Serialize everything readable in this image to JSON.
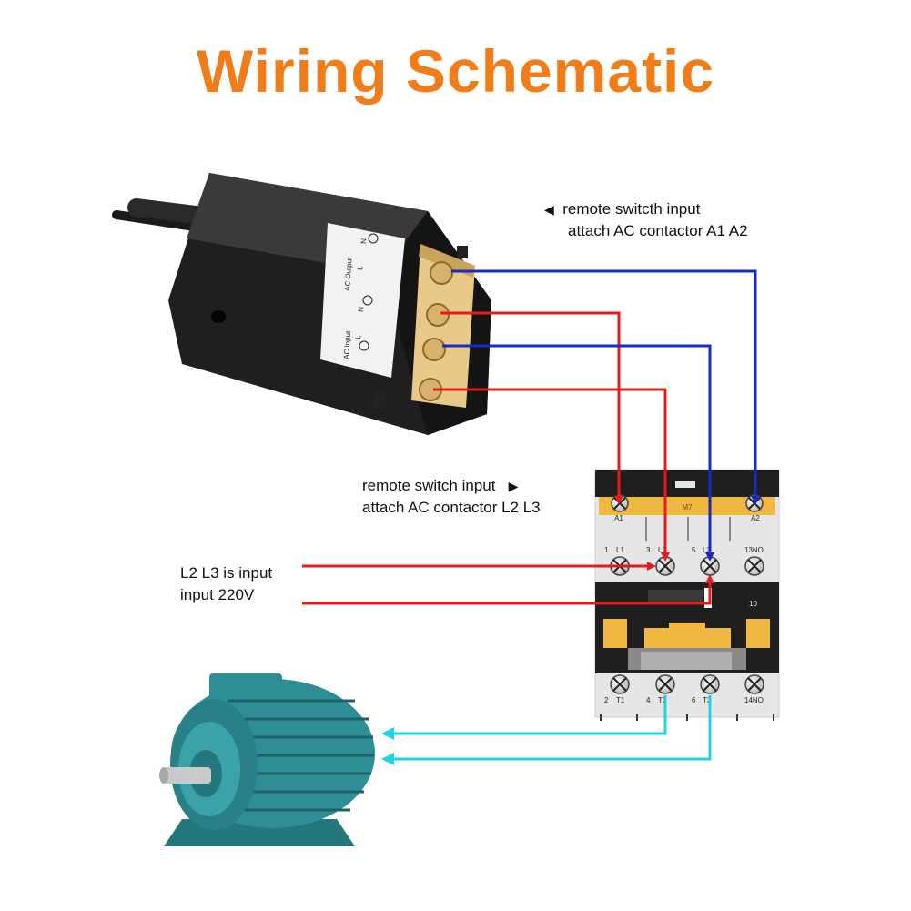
{
  "title": "Wiring Schematic",
  "colors": {
    "title": "#f07d1a",
    "live_wire": "#e41b1b",
    "neutral_wire": "#1a2cc0",
    "motor_wire": "#1fd2e6",
    "contactor_accent": "#f0b840",
    "motor_body": "#2e8e95"
  },
  "annotations": {
    "a1a2_line1": "remote switcth input",
    "a1a2_line2": "attach AC contactor A1 A2",
    "l2l3_line1": "remote switch input",
    "l2l3_line2": "attach AC contactor L2 L3",
    "input_line1": "L2 L3 is input",
    "input_line2": "input 220V"
  },
  "receiver": {
    "ac_input": "AC Input",
    "ac_output": "AC Output",
    "l": "L",
    "n": "N"
  },
  "contactor": {
    "model": "M7",
    "a1": "A1",
    "a2": "A2",
    "top_terminals": [
      "1",
      "L1",
      "3",
      "L2",
      "5",
      "L3",
      "13NO"
    ],
    "bottom_terminals": [
      "2",
      "T1",
      "4",
      "T2",
      "6",
      "T3",
      "14NO"
    ],
    "aux": "10"
  },
  "icons": [
    "triangle-left-icon",
    "triangle-right-icon",
    "screw-terminal-icon",
    "electric-motor-icon"
  ]
}
